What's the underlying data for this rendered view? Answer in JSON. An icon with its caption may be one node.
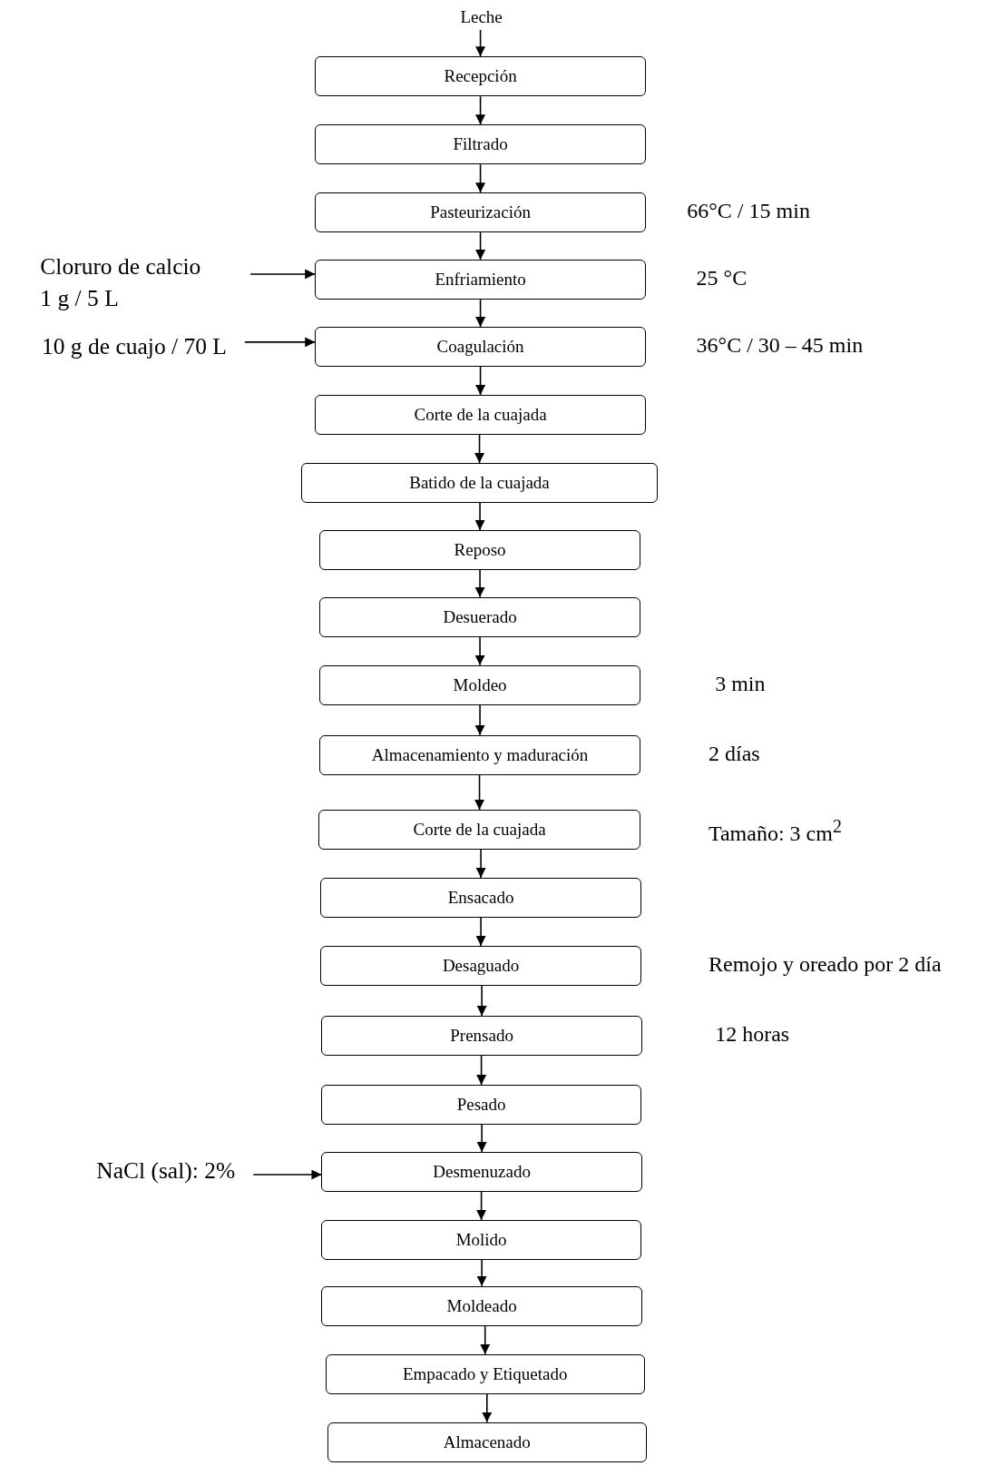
{
  "diagram": {
    "nodes": [
      {
        "text": [
          "Leche"
        ]
      },
      {
        "text": [
          "Recepción"
        ]
      },
      {
        "text": [
          "Filtrado"
        ]
      },
      {
        "text": [
          "Pasteurización"
        ],
        "beside": [
          "66°C / 15 min"
        ]
      },
      {
        "text": [
          "Enfriamiento"
        ],
        "beside": [
          "25 °C"
        ]
      },
      {
        "text": [
          "Coagulación"
        ],
        "beside": [
          "36°C / 30 – 45 min"
        ]
      },
      {
        "text": [
          "Corte de la cuajada"
        ]
      },
      {
        "text": [
          "Batido de la cuajada"
        ]
      },
      {
        "text": [
          "Reposo"
        ]
      },
      {
        "text": [
          "Desuerado"
        ]
      },
      {
        "text": [
          "Moldeo"
        ],
        "beside": [
          "3 min"
        ]
      },
      {
        "text": [
          "Almacenamiento y maduración"
        ],
        "beside": [
          "2 días"
        ]
      },
      {
        "text": [
          "Corte de la cuajada"
        ],
        "beside": [
          "Tamaño: 3 cm$^{2}$"
        ]
      },
      {
        "text": [
          "Ensacado"
        ]
      },
      {
        "text": [
          "Desaguado"
        ],
        "beside": [
          "Remojo y oreado por 2 día"
        ]
      },
      {
        "text": [
          "Prensado"
        ],
        "beside": [
          "12 horas"
        ]
      },
      {
        "text": [
          "Pesado"
        ]
      },
      {
        "text": [
          "Desmenuzado"
        ]
      },
      {
        "text": [
          "Molido"
        ]
      },
      {
        "text": [
          "Moldeado"
        ]
      },
      {
        "text": [
          "Empacado y Etiquetado"
        ]
      },
      {
        "text": [
          "Almacenado"
        ]
      },
      {
        "text": [
          "Cloruro de calcio 1 g / 5 L"
        ]
      },
      {
        "text": [
          "10 g de cuajo / 70 L"
        ]
      },
      {
        "text": [
          "NaCl (sal): 2%"
        ]
      }
    ],
    "edges": [
      {
        "from": 0,
        "to": 1,
        "arrow": "to"
      },
      {
        "from": 1,
        "to": 2,
        "arrow": "to"
      },
      {
        "from": 2,
        "to": 3,
        "arrow": "to"
      },
      {
        "from": 3,
        "to": 4,
        "arrow": "to"
      },
      {
        "from": 4,
        "to": 5,
        "arrow": "to"
      },
      {
        "from": 5,
        "to": 6,
        "arrow": "to"
      },
      {
        "from": 6,
        "to": 7,
        "arrow": "to"
      },
      {
        "from": 7,
        "to": 8,
        "arrow": "to"
      },
      {
        "from": 8,
        "to": 9,
        "arrow": "to"
      },
      {
        "from": 9,
        "to": 10,
        "arrow": "to"
      },
      {
        "from": 10,
        "to": 11,
        "arrow": "to"
      },
      {
        "from": 11,
        "to": 12,
        "arrow": "to"
      },
      {
        "from": 12,
        "to": 13,
        "arrow": "to"
      },
      {
        "from": 13,
        "to": 14,
        "arrow": "to"
      },
      {
        "from": 14,
        "to": 15,
        "arrow": "to"
      },
      {
        "from": 15,
        "to": 16,
        "arrow": "to"
      },
      {
        "from": 16,
        "to": 17,
        "arrow": "to"
      },
      {
        "from": 17,
        "to": 18,
        "arrow": "to"
      },
      {
        "from": 18,
        "to": 19,
        "arrow": "to"
      },
      {
        "from": 19,
        "to": 20,
        "arrow": "to"
      },
      {
        "from": 20,
        "to": 21,
        "arrow": "to"
      },
      {
        "from": 22,
        "to": 4,
        "arrow": "to"
      },
      {
        "from": 23,
        "to": 5,
        "arrow": "to"
      },
      {
        "from": 24,
        "to": 17,
        "arrow": "to"
      }
    ]
  }
}
